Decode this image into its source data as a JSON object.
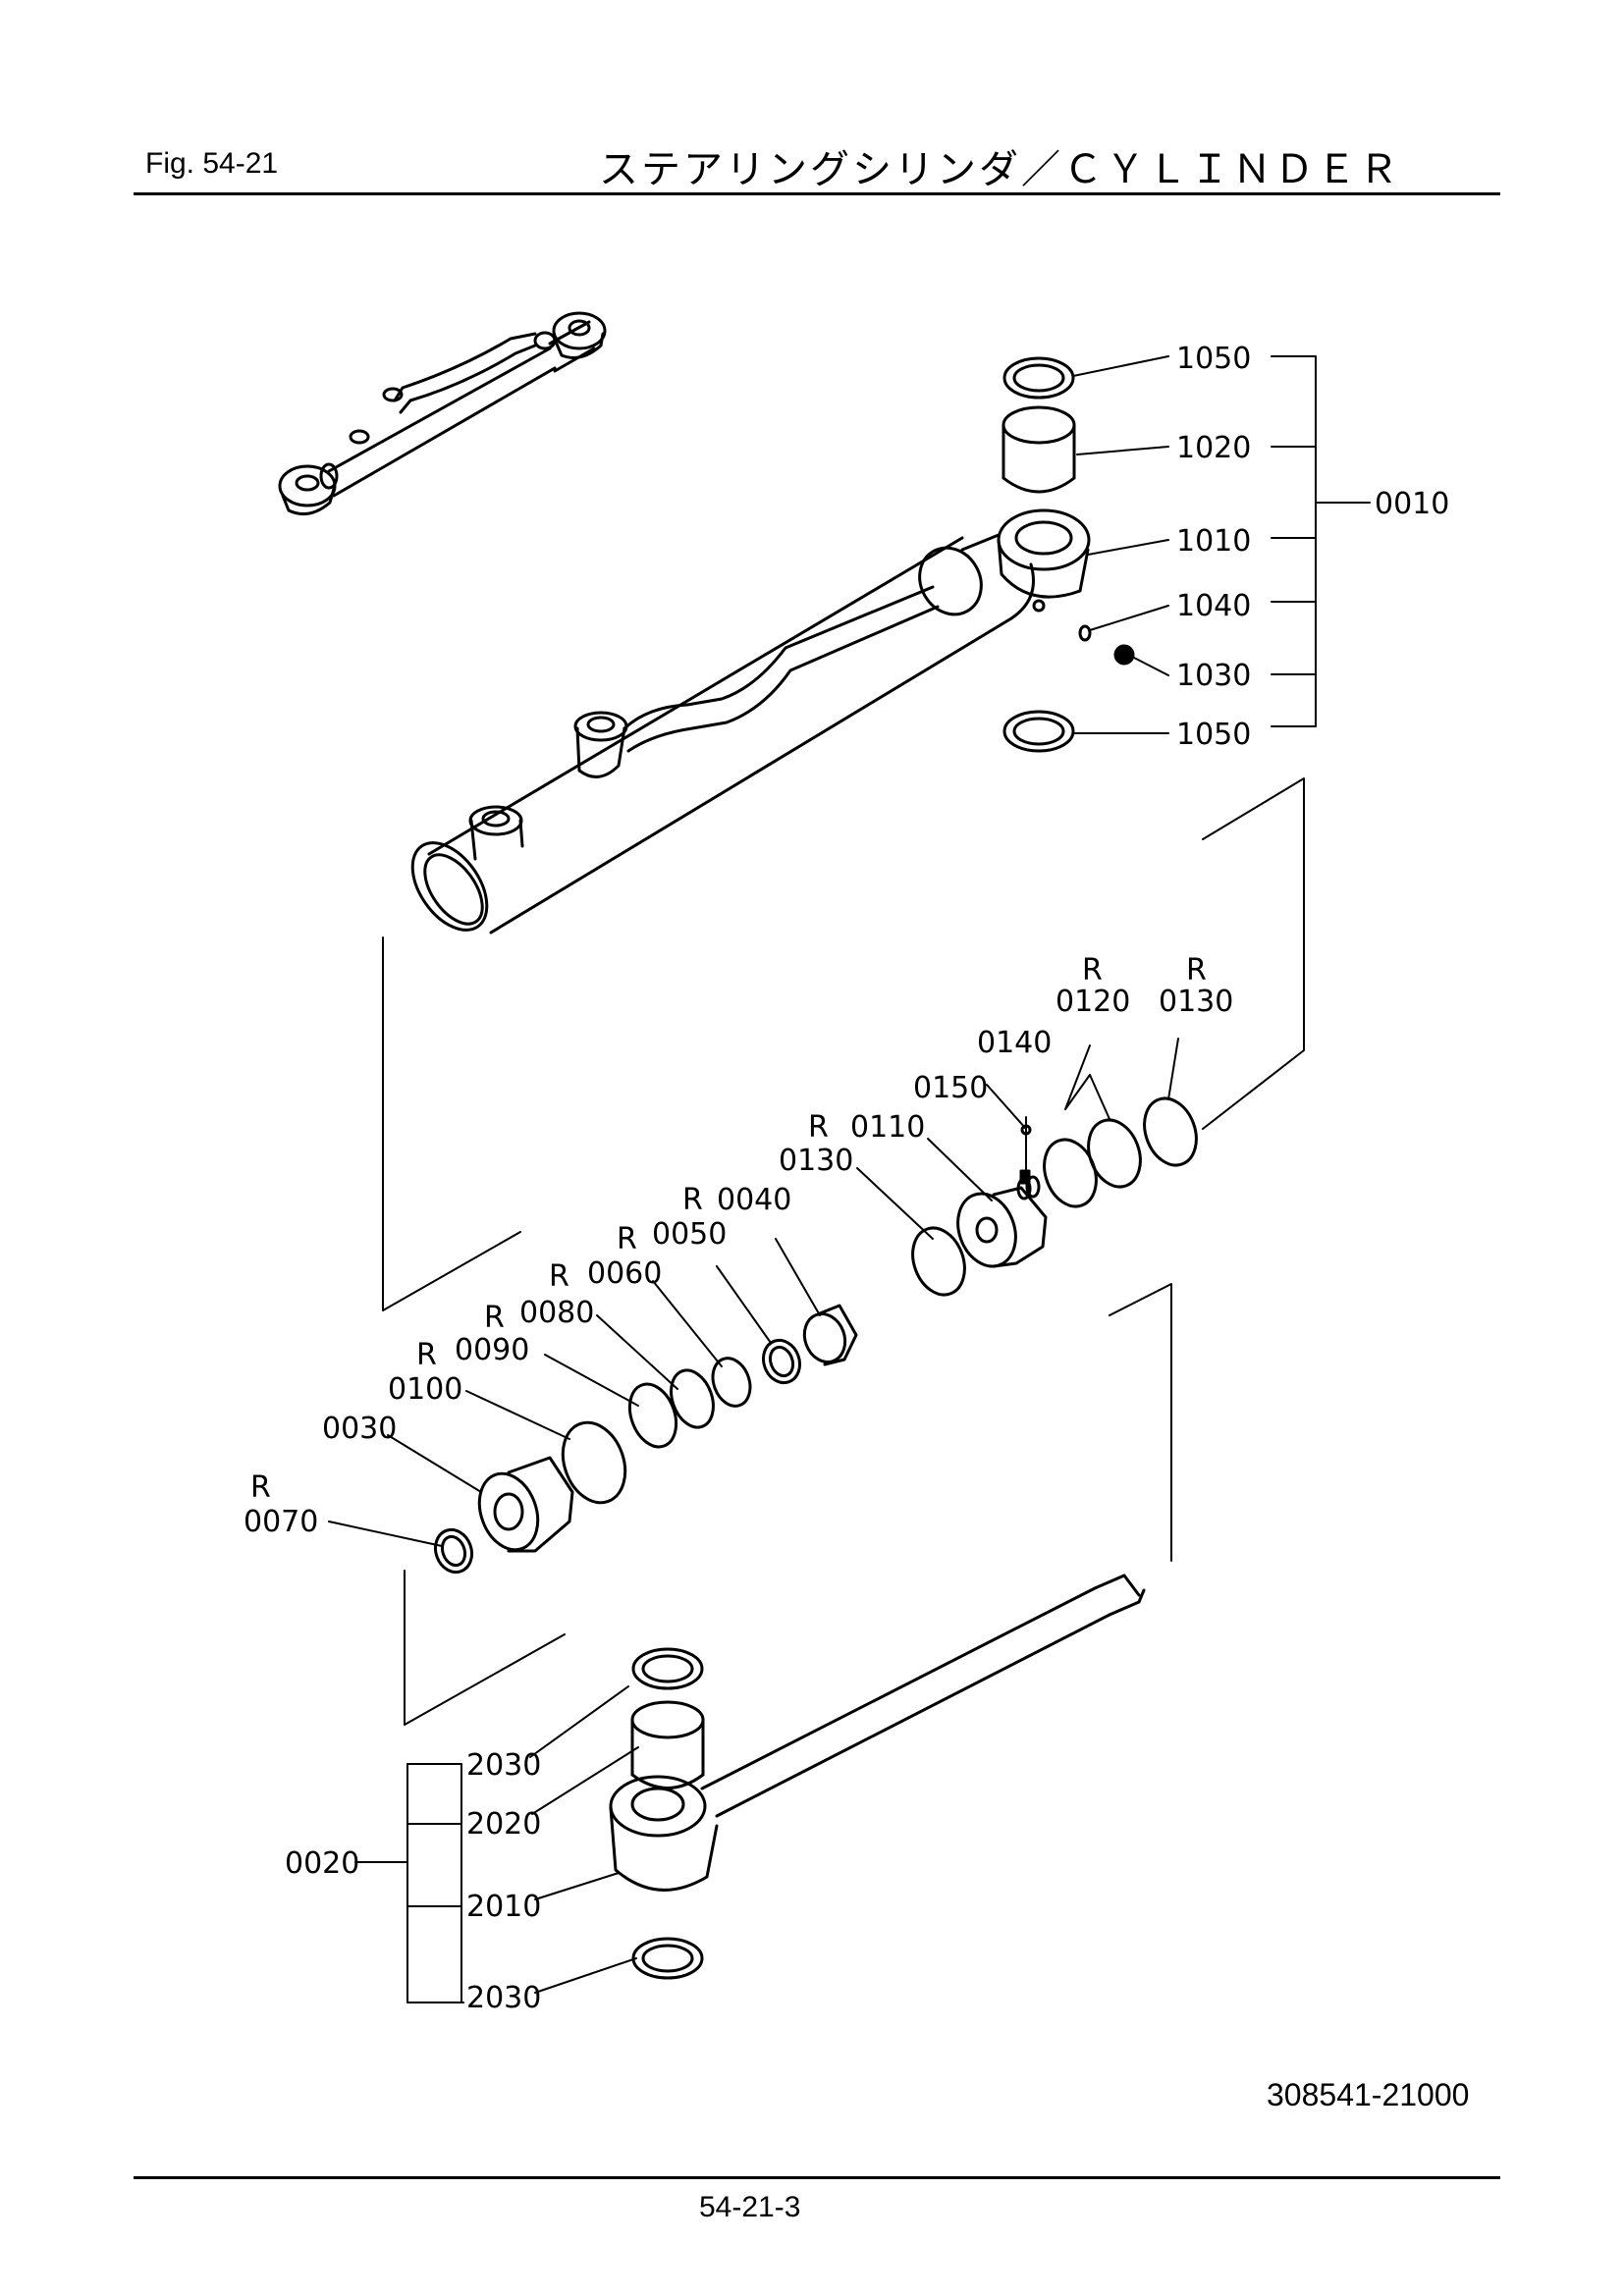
{
  "header": {
    "figure": "Fig.  54-21",
    "title": "ステアリングシリンダ／ＣＹＬＩＮＤＥＲ"
  },
  "footer": {
    "drawing_number": "308541-21000",
    "page_number": "54-21-3"
  },
  "groups": {
    "g0010": "0010",
    "g0020": "0020"
  },
  "parts": {
    "p1050a": "1050",
    "p1020": "1020",
    "p1010": "1010",
    "p1040": "1040",
    "p1030": "1030",
    "p1050b": "1050",
    "p0120": "0120",
    "p0130a": "0130",
    "p0140": "0140",
    "p0150": "0150",
    "p0110": "0110",
    "p0130b": "0130",
    "p0040": "0040",
    "p0050": "0050",
    "p0060": "0060",
    "p0080": "0080",
    "p0090": "0090",
    "p0100": "0100",
    "p0030": "0030",
    "p0070": "0070",
    "p2030a": "2030",
    "p2020": "2020",
    "p2010": "2010",
    "p2030b": "2030"
  },
  "replaceable_mark": "R"
}
